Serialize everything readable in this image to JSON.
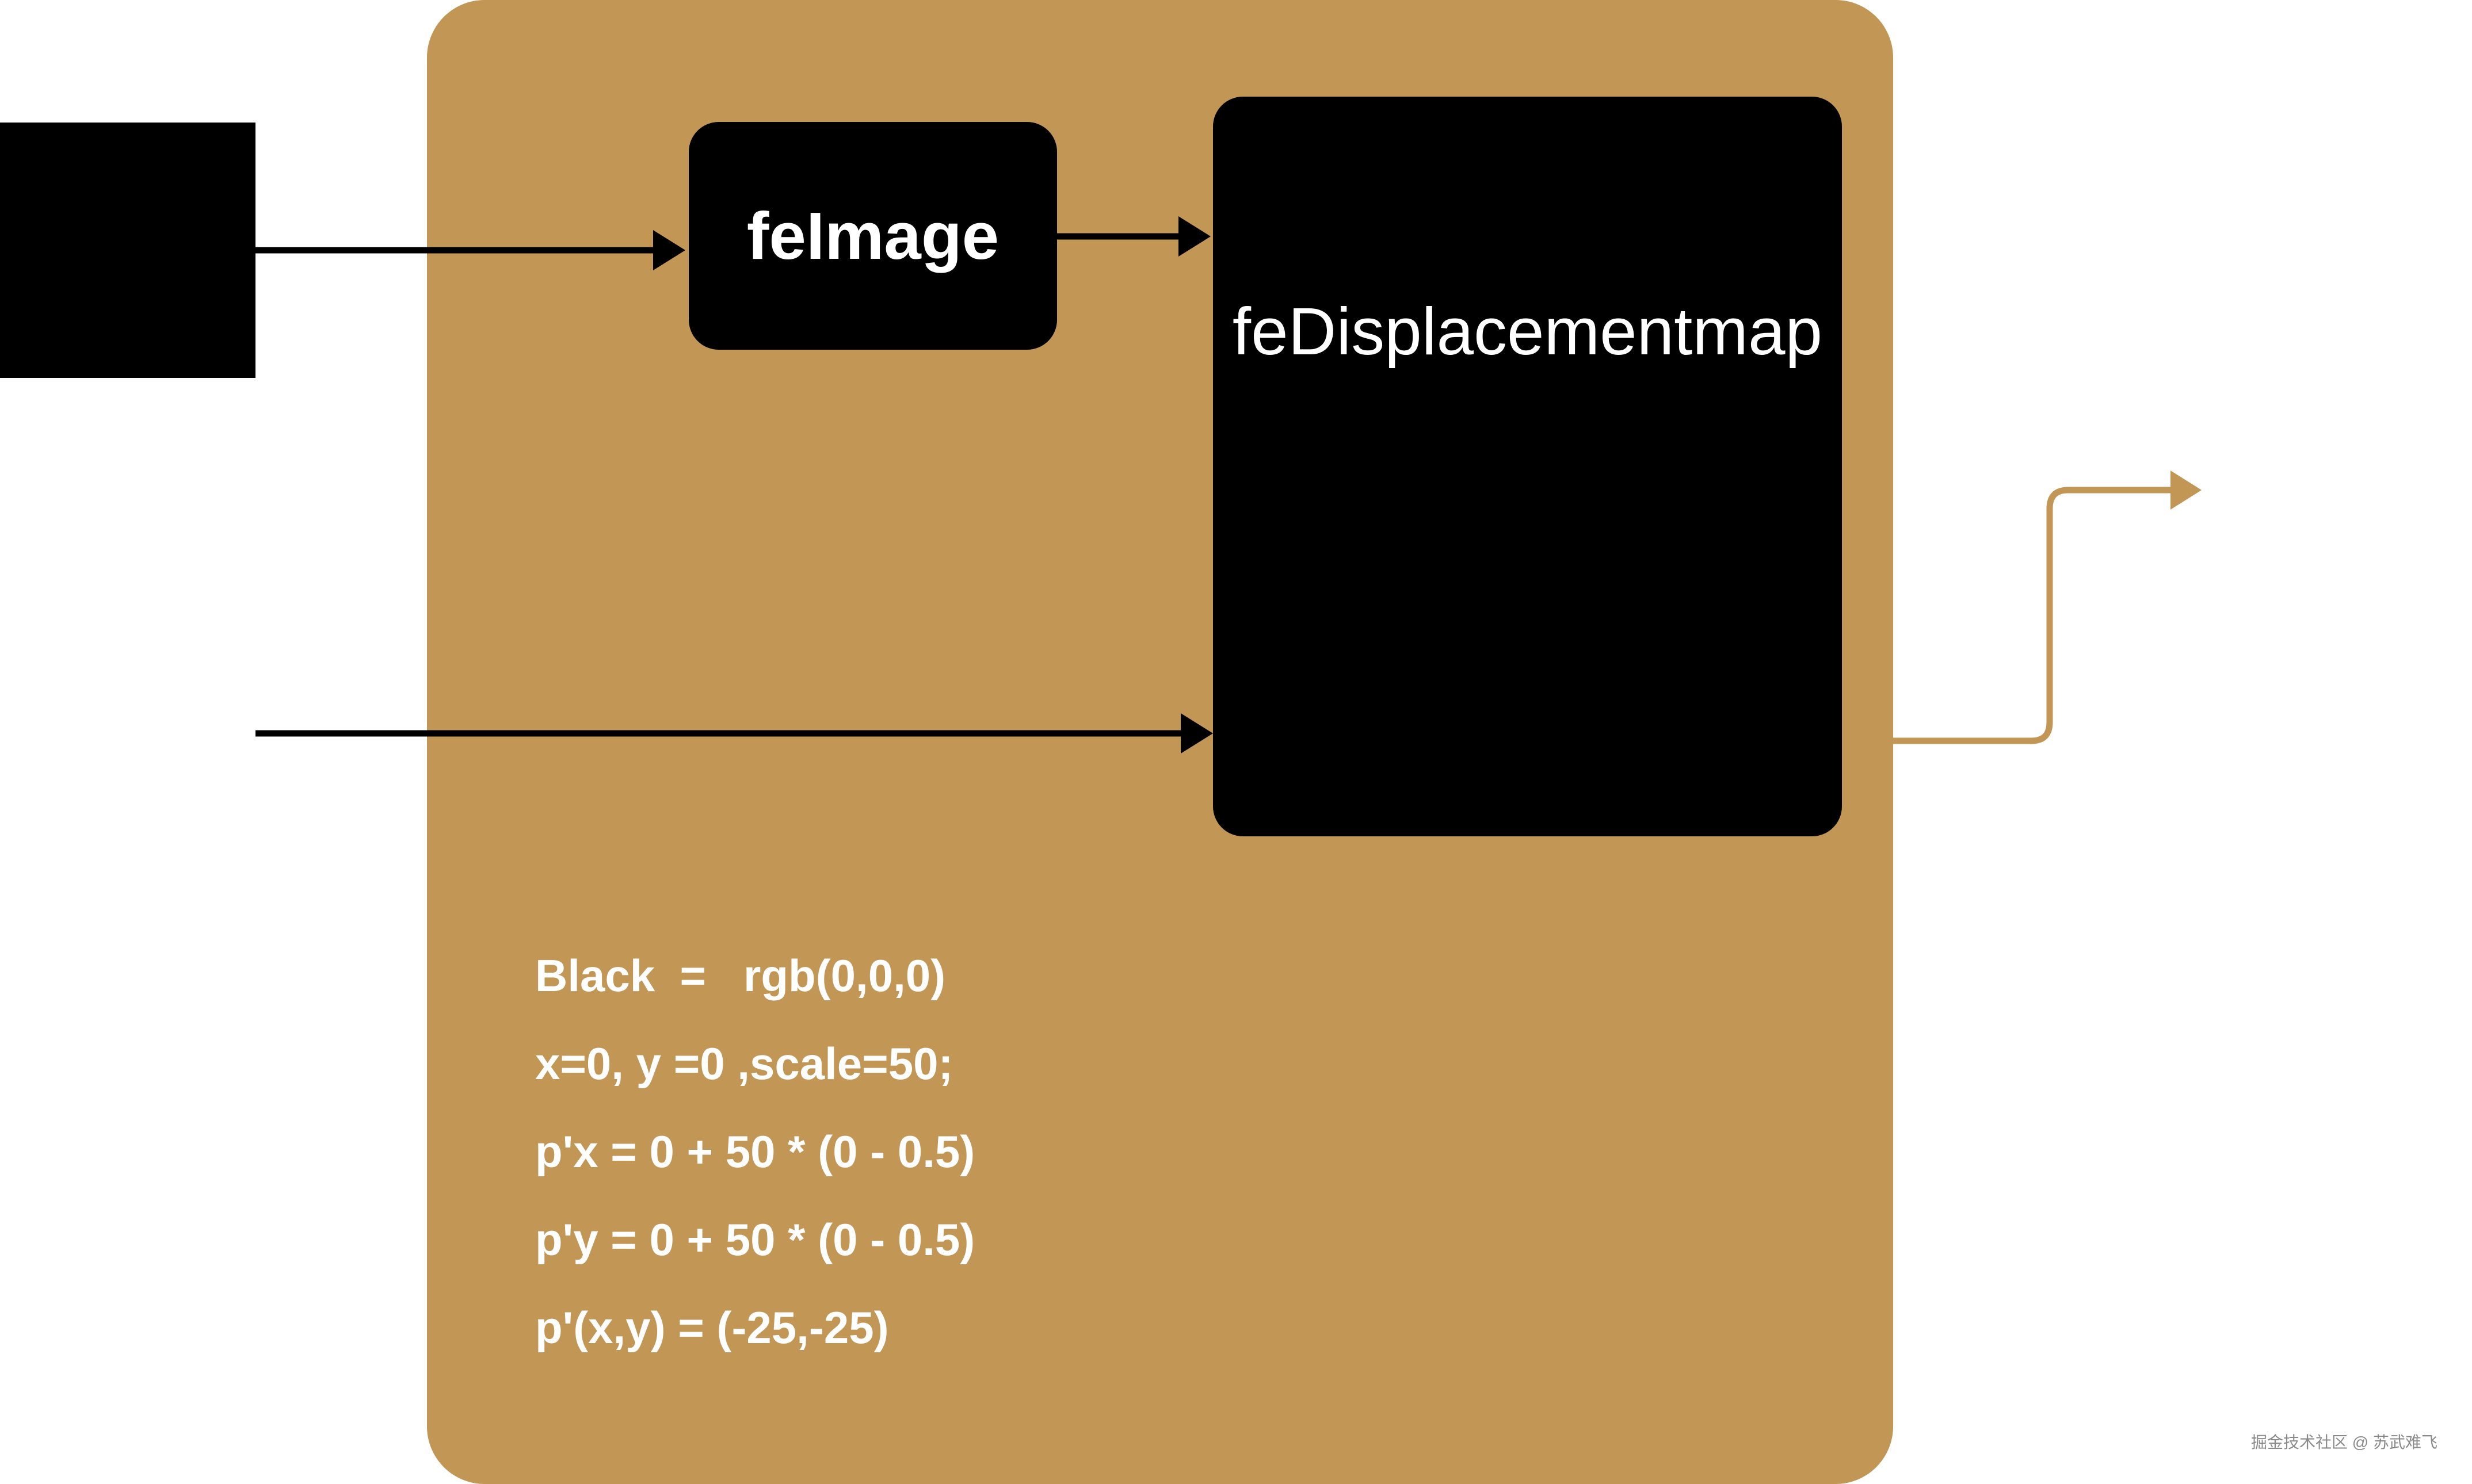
{
  "colors": {
    "background": "#ffffff",
    "panel": "#c29655",
    "node": "#000000",
    "node_text": "#ffffff",
    "arrow_input": "#000000",
    "arrow_output": "#c29655"
  },
  "nodes": {
    "feimage": "feImage",
    "fedisplacementmap": "feDisplacementmap"
  },
  "formula": {
    "lines": [
      "Black  =   rgb(0,0,0)",
      "x=0, y =0 ,scale=50;",
      "p'x = 0 + 50 * (0 - 0.5)",
      "p'y = 0 + 50 * (0 - 0.5)",
      "p'(x,y) = (-25,-25)"
    ]
  },
  "watermark": "掘金技术社区 @ 苏武难飞"
}
